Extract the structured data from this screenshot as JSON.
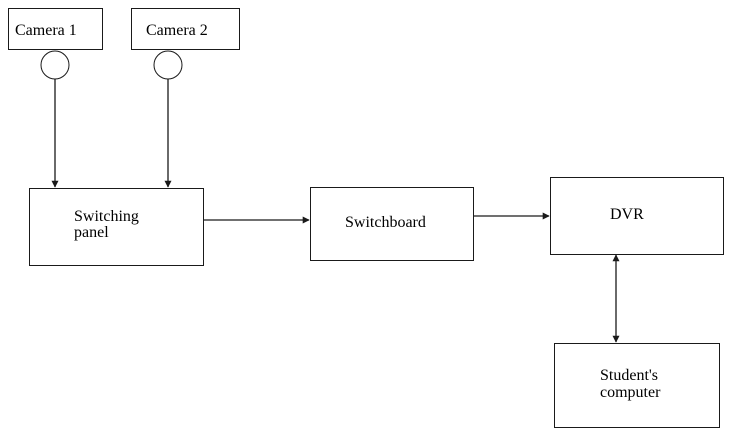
{
  "nodes": {
    "camera1": {
      "label": "Camera 1"
    },
    "camera2": {
      "label": "Camera 2"
    },
    "switching_panel": {
      "label_line1": "Switching",
      "label_line2": "panel"
    },
    "switchboard": {
      "label": "Switchboard"
    },
    "dvr": {
      "label": "DVR"
    },
    "student_computer": {
      "label_line1": "Student's",
      "label_line2": "computer"
    }
  },
  "colors": {
    "stroke": "#1a1a1a",
    "background": "#ffffff"
  }
}
